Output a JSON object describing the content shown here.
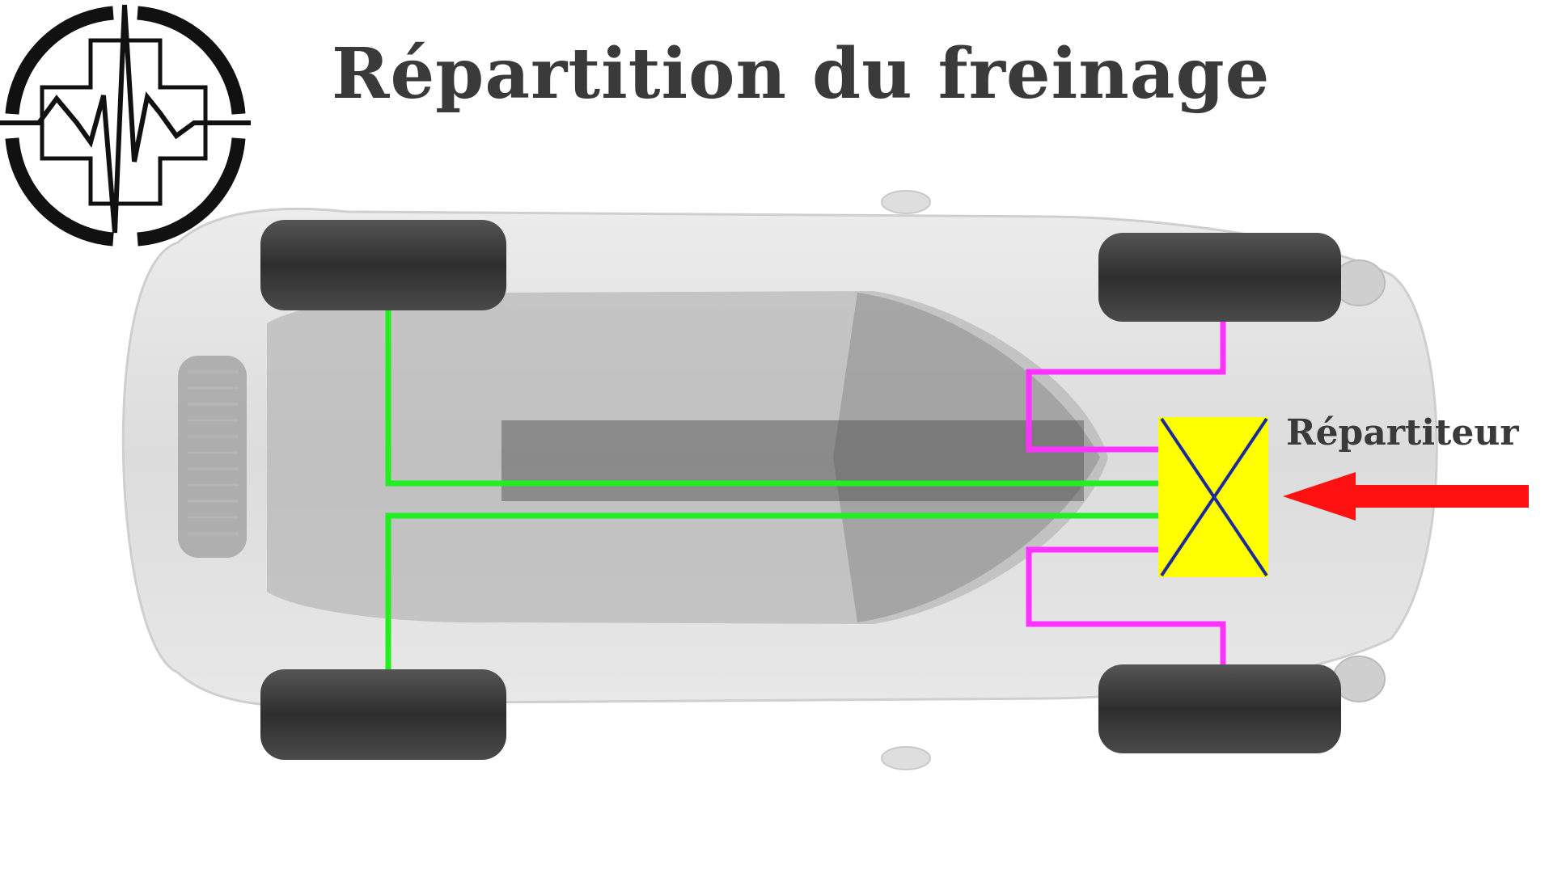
{
  "title": "Répartition du freinage",
  "distributor_label": "Répartiteur",
  "colors": {
    "title_text": "#3a3a3a",
    "front_circuit": "#ff33ff",
    "rear_circuit": "#22ee22",
    "distributor_fill": "#ffff00",
    "distributor_cross": "#1a2a9a",
    "input_arrow": "#ff1111",
    "car_body": "#e0e0e0",
    "tyre": "#3a3a3a"
  },
  "icons": {
    "logo": "crosshair-heartbeat-logo",
    "input": "arrow-left-icon"
  }
}
